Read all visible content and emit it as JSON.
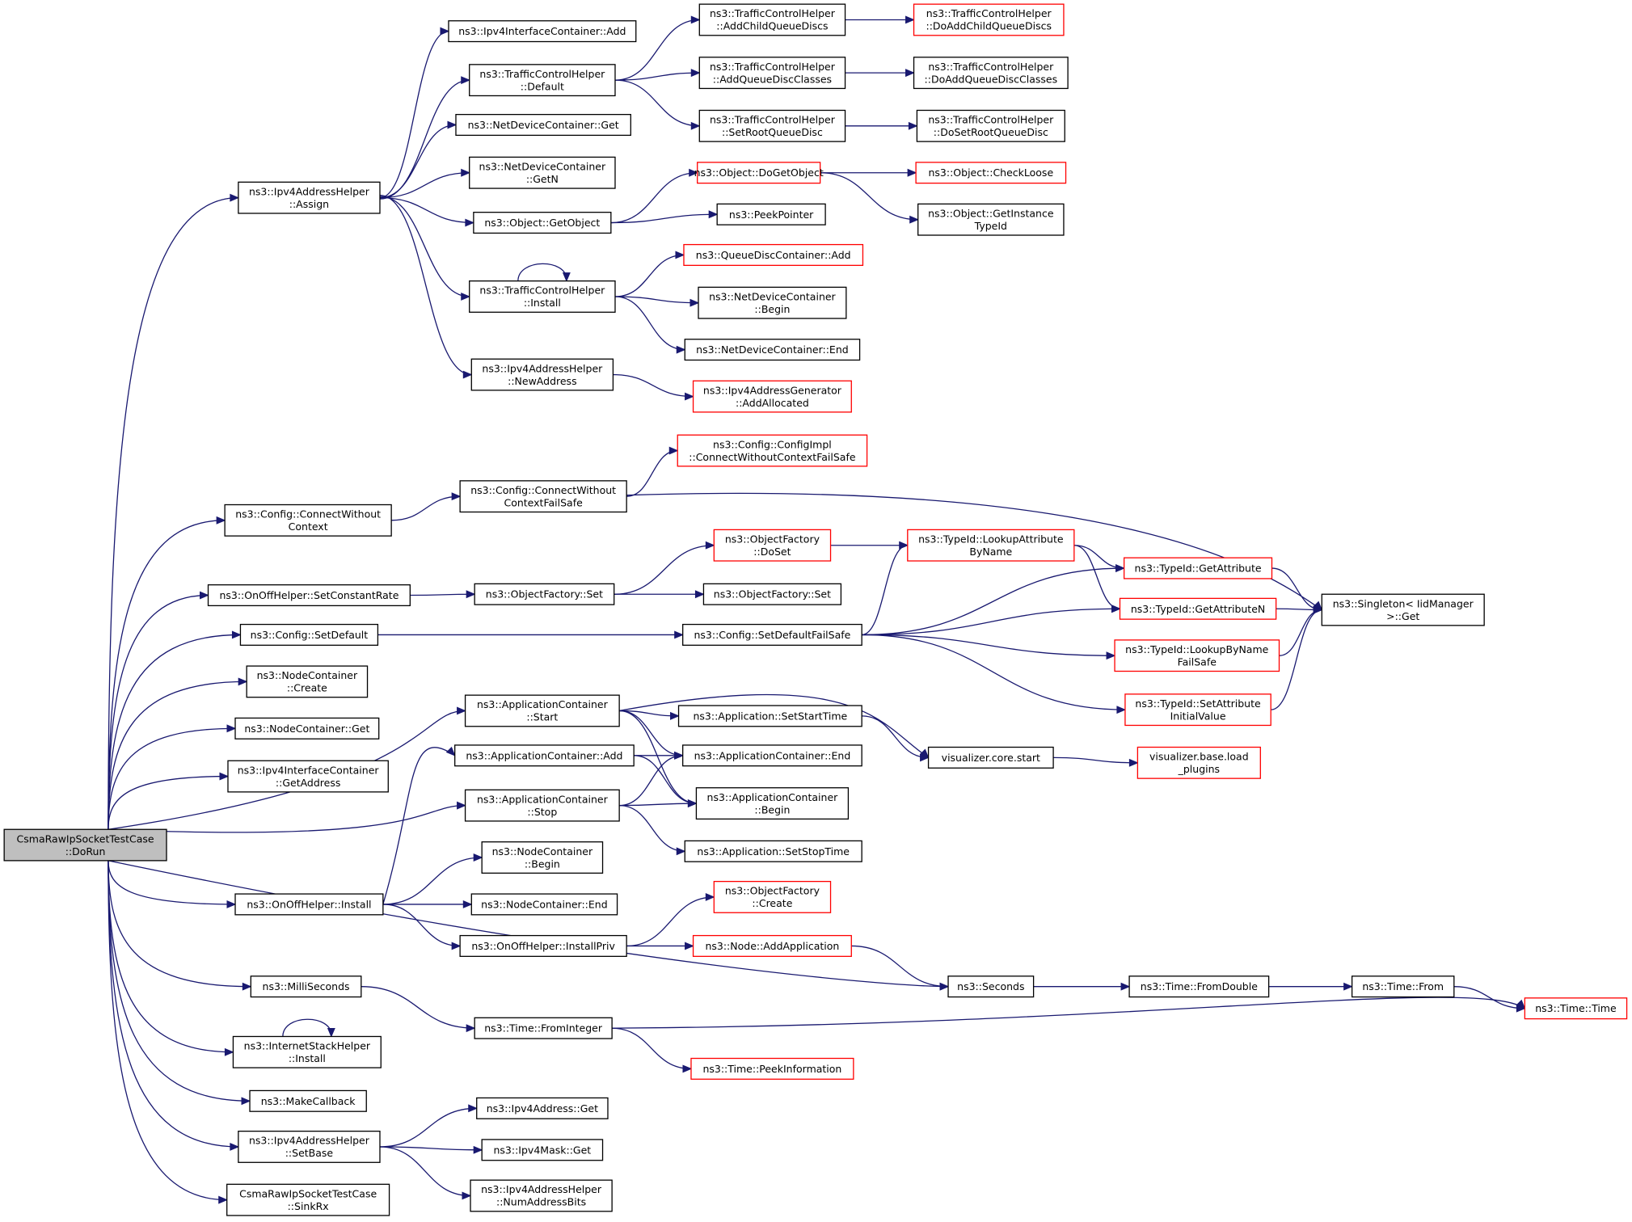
{
  "colors": {
    "edge": "#191970",
    "red_border": "#ff0000",
    "black_border": "#000000",
    "root_fill": "#bfbfbf"
  },
  "nodes": [
    {
      "id": "root",
      "lines": [
        "CsmaRawIpSocketTestCase",
        "::DoRun"
      ],
      "style": "root"
    },
    {
      "id": "n1",
      "lines": [
        "ns3::Ipv4AddressHelper",
        "::Assign"
      ],
      "style": "black"
    },
    {
      "id": "n2",
      "lines": [
        "ns3::Ipv4InterfaceContainer::Add"
      ],
      "style": "black"
    },
    {
      "id": "n3",
      "lines": [
        "ns3::TrafficControlHelper",
        "::Default"
      ],
      "style": "black"
    },
    {
      "id": "n4",
      "lines": [
        "ns3::TrafficControlHelper",
        "::AddChildQueueDiscs"
      ],
      "style": "black"
    },
    {
      "id": "n5",
      "lines": [
        "ns3::TrafficControlHelper",
        "::DoAddChildQueueDiscs"
      ],
      "style": "red"
    },
    {
      "id": "n6",
      "lines": [
        "ns3::TrafficControlHelper",
        "::AddQueueDiscClasses"
      ],
      "style": "black"
    },
    {
      "id": "n7",
      "lines": [
        "ns3::TrafficControlHelper",
        "::DoAddQueueDiscClasses"
      ],
      "style": "black"
    },
    {
      "id": "n8",
      "lines": [
        "ns3::TrafficControlHelper",
        "::SetRootQueueDisc"
      ],
      "style": "black"
    },
    {
      "id": "n9",
      "lines": [
        "ns3::TrafficControlHelper",
        "::DoSetRootQueueDisc"
      ],
      "style": "black"
    },
    {
      "id": "n10",
      "lines": [
        "ns3::NetDeviceContainer::Get"
      ],
      "style": "black"
    },
    {
      "id": "n11",
      "lines": [
        "ns3::NetDeviceContainer",
        "::GetN"
      ],
      "style": "black"
    },
    {
      "id": "n12",
      "lines": [
        "ns3::Object::GetObject"
      ],
      "style": "black"
    },
    {
      "id": "n13",
      "lines": [
        "ns3::Object::DoGetObject"
      ],
      "style": "red"
    },
    {
      "id": "n14",
      "lines": [
        "ns3::Object::CheckLoose"
      ],
      "style": "red"
    },
    {
      "id": "n15",
      "lines": [
        "ns3::Object::GetInstance",
        "TypeId"
      ],
      "style": "black"
    },
    {
      "id": "n16",
      "lines": [
        "ns3::PeekPointer"
      ],
      "style": "black"
    },
    {
      "id": "n17",
      "lines": [
        "ns3::TrafficControlHelper",
        "::Install"
      ],
      "style": "black"
    },
    {
      "id": "n18",
      "lines": [
        "ns3::QueueDiscContainer::Add"
      ],
      "style": "red"
    },
    {
      "id": "n19",
      "lines": [
        "ns3::NetDeviceContainer",
        "::Begin"
      ],
      "style": "black"
    },
    {
      "id": "n20",
      "lines": [
        "ns3::NetDeviceContainer::End"
      ],
      "style": "black"
    },
    {
      "id": "n21",
      "lines": [
        "ns3::Ipv4AddressHelper",
        "::NewAddress"
      ],
      "style": "black"
    },
    {
      "id": "n22",
      "lines": [
        "ns3::Ipv4AddressGenerator",
        "::AddAllocated"
      ],
      "style": "red"
    },
    {
      "id": "n23",
      "lines": [
        "ns3::Config::ConnectWithout",
        "Context"
      ],
      "style": "black"
    },
    {
      "id": "n24",
      "lines": [
        "ns3::Config::ConnectWithout",
        "ContextFailSafe"
      ],
      "style": "black"
    },
    {
      "id": "n25",
      "lines": [
        "ns3::Config::ConfigImpl",
        "::ConnectWithoutContextFailSafe"
      ],
      "style": "red"
    },
    {
      "id": "n26",
      "lines": [
        "ns3::Singleton< IidManager",
        ">::Get"
      ],
      "style": "black"
    },
    {
      "id": "n27",
      "lines": [
        "ns3::OnOffHelper::SetConstantRate"
      ],
      "style": "black"
    },
    {
      "id": "n28",
      "lines": [
        "ns3::ObjectFactory::Set"
      ],
      "style": "black"
    },
    {
      "id": "n29",
      "lines": [
        "ns3::ObjectFactory",
        "::DoSet"
      ],
      "style": "red"
    },
    {
      "id": "n30",
      "lines": [
        "ns3::TypeId::LookupAttribute",
        "ByName"
      ],
      "style": "red"
    },
    {
      "id": "n31",
      "lines": [
        "ns3::TypeId::GetAttribute"
      ],
      "style": "red"
    },
    {
      "id": "n32",
      "lines": [
        "ns3::TypeId::GetAttributeN"
      ],
      "style": "red"
    },
    {
      "id": "n33",
      "lines": [
        "ns3::ObjectFactory::Set"
      ],
      "style": "black"
    },
    {
      "id": "n34",
      "lines": [
        "ns3::Config::SetDefault"
      ],
      "style": "black"
    },
    {
      "id": "n35",
      "lines": [
        "ns3::Config::SetDefaultFailSafe"
      ],
      "style": "black"
    },
    {
      "id": "n36",
      "lines": [
        "ns3::TypeId::LookupByName",
        "FailSafe"
      ],
      "style": "red"
    },
    {
      "id": "n37",
      "lines": [
        "ns3::TypeId::SetAttribute",
        "InitialValue"
      ],
      "style": "red"
    },
    {
      "id": "n38",
      "lines": [
        "ns3::NodeContainer",
        "::Create"
      ],
      "style": "black"
    },
    {
      "id": "n39",
      "lines": [
        "ns3::NodeContainer::Get"
      ],
      "style": "black"
    },
    {
      "id": "n40",
      "lines": [
        "ns3::Ipv4InterfaceContainer",
        "::GetAddress"
      ],
      "style": "black"
    },
    {
      "id": "n41",
      "lines": [
        "ns3::ApplicationContainer",
        "::Start"
      ],
      "style": "black"
    },
    {
      "id": "n42",
      "lines": [
        "ns3::Application::SetStartTime"
      ],
      "style": "black"
    },
    {
      "id": "n43",
      "lines": [
        "ns3::ApplicationContainer::End"
      ],
      "style": "black"
    },
    {
      "id": "n44",
      "lines": [
        "ns3::ApplicationContainer",
        "::Begin"
      ],
      "style": "black"
    },
    {
      "id": "n45",
      "lines": [
        "visualizer.core.start"
      ],
      "style": "black"
    },
    {
      "id": "n46",
      "lines": [
        "visualizer.base.load",
        "_plugins"
      ],
      "style": "red"
    },
    {
      "id": "n47",
      "lines": [
        "ns3::ApplicationContainer::Add"
      ],
      "style": "black"
    },
    {
      "id": "n48",
      "lines": [
        "ns3::ApplicationContainer",
        "::Stop"
      ],
      "style": "black"
    },
    {
      "id": "n49",
      "lines": [
        "ns3::Application::SetStopTime"
      ],
      "style": "black"
    },
    {
      "id": "n50",
      "lines": [
        "ns3::OnOffHelper::Install"
      ],
      "style": "black"
    },
    {
      "id": "n51",
      "lines": [
        "ns3::NodeContainer",
        "::Begin"
      ],
      "style": "black"
    },
    {
      "id": "n52",
      "lines": [
        "ns3::NodeContainer::End"
      ],
      "style": "black"
    },
    {
      "id": "n53",
      "lines": [
        "ns3::OnOffHelper::InstallPriv"
      ],
      "style": "black"
    },
    {
      "id": "n54",
      "lines": [
        "ns3::ObjectFactory",
        "::Create"
      ],
      "style": "red"
    },
    {
      "id": "n55",
      "lines": [
        "ns3::Node::AddApplication"
      ],
      "style": "red"
    },
    {
      "id": "n56",
      "lines": [
        "ns3::Seconds"
      ],
      "style": "black"
    },
    {
      "id": "n57",
      "lines": [
        "ns3::Time::FromDouble"
      ],
      "style": "black"
    },
    {
      "id": "n58",
      "lines": [
        "ns3::Time::From"
      ],
      "style": "black"
    },
    {
      "id": "n59",
      "lines": [
        "ns3::Time::Time"
      ],
      "style": "red"
    },
    {
      "id": "n60",
      "lines": [
        "ns3::MilliSeconds"
      ],
      "style": "black"
    },
    {
      "id": "n61",
      "lines": [
        "ns3::Time::FromInteger"
      ],
      "style": "black"
    },
    {
      "id": "n62",
      "lines": [
        "ns3::Time::PeekInformation"
      ],
      "style": "red"
    },
    {
      "id": "n63",
      "lines": [
        "ns3::InternetStackHelper",
        "::Install"
      ],
      "style": "black"
    },
    {
      "id": "n64",
      "lines": [
        "ns3::MakeCallback"
      ],
      "style": "black"
    },
    {
      "id": "n65",
      "lines": [
        "ns3::Ipv4AddressHelper",
        "::SetBase"
      ],
      "style": "black"
    },
    {
      "id": "n66",
      "lines": [
        "ns3::Ipv4Address::Get"
      ],
      "style": "black"
    },
    {
      "id": "n67",
      "lines": [
        "ns3::Ipv4Mask::Get"
      ],
      "style": "black"
    },
    {
      "id": "n68",
      "lines": [
        "ns3::Ipv4AddressHelper",
        "::NumAddressBits"
      ],
      "style": "black"
    },
    {
      "id": "n69",
      "lines": [
        "CsmaRawIpSocketTestCase",
        "::SinkRx"
      ],
      "style": "black"
    }
  ],
  "edges": [
    [
      "root",
      "n1"
    ],
    [
      "root",
      "n23"
    ],
    [
      "root",
      "n27"
    ],
    [
      "root",
      "n34"
    ],
    [
      "root",
      "n38"
    ],
    [
      "root",
      "n39"
    ],
    [
      "root",
      "n40"
    ],
    [
      "root",
      "n41"
    ],
    [
      "root",
      "n48"
    ],
    [
      "root",
      "n50"
    ],
    [
      "root",
      "n56"
    ],
    [
      "root",
      "n60"
    ],
    [
      "root",
      "n63"
    ],
    [
      "root",
      "n64"
    ],
    [
      "root",
      "n65"
    ],
    [
      "root",
      "n69"
    ],
    [
      "n1",
      "n2"
    ],
    [
      "n1",
      "n3"
    ],
    [
      "n1",
      "n10"
    ],
    [
      "n1",
      "n11"
    ],
    [
      "n1",
      "n12"
    ],
    [
      "n1",
      "n17"
    ],
    [
      "n1",
      "n21"
    ],
    [
      "n3",
      "n4"
    ],
    [
      "n3",
      "n6"
    ],
    [
      "n3",
      "n8"
    ],
    [
      "n4",
      "n5"
    ],
    [
      "n6",
      "n7"
    ],
    [
      "n8",
      "n9"
    ],
    [
      "n12",
      "n13"
    ],
    [
      "n12",
      "n16"
    ],
    [
      "n13",
      "n14"
    ],
    [
      "n13",
      "n15"
    ],
    [
      "n17",
      "n17"
    ],
    [
      "n17",
      "n18"
    ],
    [
      "n17",
      "n19"
    ],
    [
      "n17",
      "n20"
    ],
    [
      "n21",
      "n22"
    ],
    [
      "n23",
      "n24"
    ],
    [
      "n24",
      "n25"
    ],
    [
      "n24",
      "n26"
    ],
    [
      "n27",
      "n28"
    ],
    [
      "n28",
      "n29"
    ],
    [
      "n28",
      "n33"
    ],
    [
      "n29",
      "n30"
    ],
    [
      "n30",
      "n31"
    ],
    [
      "n30",
      "n32"
    ],
    [
      "n31",
      "n26"
    ],
    [
      "n32",
      "n26"
    ],
    [
      "n36",
      "n26"
    ],
    [
      "n37",
      "n26"
    ],
    [
      "n34",
      "n35"
    ],
    [
      "n35",
      "n30"
    ],
    [
      "n35",
      "n31"
    ],
    [
      "n35",
      "n32"
    ],
    [
      "n35",
      "n36"
    ],
    [
      "n35",
      "n37"
    ],
    [
      "n41",
      "n42"
    ],
    [
      "n41",
      "n43"
    ],
    [
      "n41",
      "n44"
    ],
    [
      "n41",
      "n45"
    ],
    [
      "n42",
      "n45"
    ],
    [
      "n45",
      "n46"
    ],
    [
      "n47",
      "n43"
    ],
    [
      "n47",
      "n44"
    ],
    [
      "n48",
      "n43"
    ],
    [
      "n48",
      "n44"
    ],
    [
      "n48",
      "n49"
    ],
    [
      "n50",
      "n47"
    ],
    [
      "n50",
      "n51"
    ],
    [
      "n50",
      "n52"
    ],
    [
      "n50",
      "n53"
    ],
    [
      "n53",
      "n54"
    ],
    [
      "n53",
      "n55"
    ],
    [
      "n55",
      "n56"
    ],
    [
      "n56",
      "n57"
    ],
    [
      "n57",
      "n58"
    ],
    [
      "n58",
      "n59"
    ],
    [
      "n60",
      "n61"
    ],
    [
      "n61",
      "n59"
    ],
    [
      "n61",
      "n62"
    ],
    [
      "n63",
      "n63"
    ],
    [
      "n65",
      "n66"
    ],
    [
      "n65",
      "n67"
    ],
    [
      "n65",
      "n68"
    ]
  ]
}
